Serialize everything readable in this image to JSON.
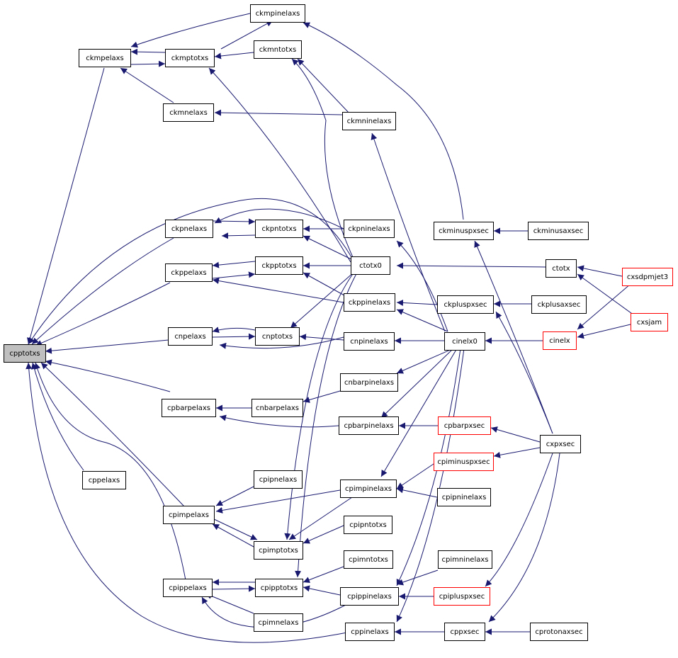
{
  "colors": {
    "edge": "#191970",
    "normal_border": "#000000",
    "missing_border": "#ff0000",
    "root_fill": "#bfbfbf"
  },
  "nodes": [
    {
      "id": "cpptotxs",
      "label": "cpptotxs"
    },
    {
      "id": "ckmpinelaxs",
      "label": "ckmpinelaxs"
    },
    {
      "id": "ckmpelaxs",
      "label": "ckmpelaxs"
    },
    {
      "id": "ckmptotxs",
      "label": "ckmptotxs"
    },
    {
      "id": "ckmntotxs",
      "label": "ckmntotxs"
    },
    {
      "id": "ckmnelaxs",
      "label": "ckmnelaxs"
    },
    {
      "id": "ckmninelaxs",
      "label": "ckmninelaxs"
    },
    {
      "id": "ckpnelaxs",
      "label": "ckpnelaxs"
    },
    {
      "id": "ckpntotxs",
      "label": "ckpntotxs"
    },
    {
      "id": "ckpninelaxs",
      "label": "ckpninelaxs"
    },
    {
      "id": "ckminuspxsec",
      "label": "ckminuspxsec"
    },
    {
      "id": "ckminusaxsec",
      "label": "ckminusaxsec"
    },
    {
      "id": "ckppelaxs",
      "label": "ckppelaxs"
    },
    {
      "id": "ckpptotxs",
      "label": "ckpptotxs"
    },
    {
      "id": "ctotx0",
      "label": "ctotx0"
    },
    {
      "id": "ctotx",
      "label": "ctotx"
    },
    {
      "id": "cxsdpmjet3",
      "label": "cxsdpmjet3"
    },
    {
      "id": "ckppinelaxs",
      "label": "ckppinelaxs"
    },
    {
      "id": "ckpluspxsec",
      "label": "ckpluspxsec"
    },
    {
      "id": "ckplusaxsec",
      "label": "ckplusaxsec"
    },
    {
      "id": "cnpelaxs",
      "label": "cnpelaxs"
    },
    {
      "id": "cnptotxs",
      "label": "cnptotxs"
    },
    {
      "id": "cnpinelaxs",
      "label": "cnpinelaxs"
    },
    {
      "id": "cinelx0",
      "label": "cinelx0"
    },
    {
      "id": "cinelx",
      "label": "cinelx"
    },
    {
      "id": "cxsjam",
      "label": "cxsjam"
    },
    {
      "id": "cnbarpinelaxs",
      "label": "cnbarpinelaxs"
    },
    {
      "id": "cpbarpelaxs",
      "label": "cpbarpelaxs"
    },
    {
      "id": "cnbarpelaxs",
      "label": "cnbarpelaxs"
    },
    {
      "id": "cpbarpinelaxs",
      "label": "cpbarpinelaxs"
    },
    {
      "id": "cpbarpxsec",
      "label": "cpbarpxsec"
    },
    {
      "id": "cxpxsec",
      "label": "cxpxsec"
    },
    {
      "id": "cppelaxs",
      "label": "cppelaxs"
    },
    {
      "id": "cpiminuspxsec",
      "label": "cpiminuspxsec"
    },
    {
      "id": "cpipnelaxs",
      "label": "cpipnelaxs"
    },
    {
      "id": "cpimpinelaxs",
      "label": "cpimpinelaxs"
    },
    {
      "id": "cpimpelaxs",
      "label": "cpimpelaxs"
    },
    {
      "id": "cpipninelaxs",
      "label": "cpipninelaxs"
    },
    {
      "id": "cpipntotxs",
      "label": "cpipntotxs"
    },
    {
      "id": "cpimptotxs",
      "label": "cpimptotxs"
    },
    {
      "id": "cpimntotxs",
      "label": "cpimntotxs"
    },
    {
      "id": "cpimninelaxs",
      "label": "cpimninelaxs"
    },
    {
      "id": "cpippelaxs",
      "label": "cpippelaxs"
    },
    {
      "id": "cpipptotxs",
      "label": "cpipptotxs"
    },
    {
      "id": "cpippinelaxs",
      "label": "cpippinelaxs"
    },
    {
      "id": "cpipluspxsec",
      "label": "cpipluspxsec"
    },
    {
      "id": "cpimnelaxs",
      "label": "cpimnelaxs"
    },
    {
      "id": "cppinelaxs",
      "label": "cppinelaxs"
    },
    {
      "id": "cppxsec",
      "label": "cppxsec"
    },
    {
      "id": "cprotonaxsec",
      "label": "cprotonaxsec"
    }
  ]
}
